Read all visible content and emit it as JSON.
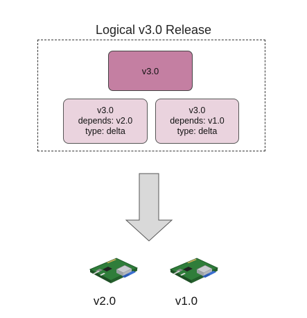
{
  "title": "Logical v3.0 Release",
  "release": {
    "main_node": "v3.0",
    "deltas": [
      {
        "version": "v3.0",
        "depends": "depends: v2.0",
        "type": "type: delta"
      },
      {
        "version": "v3.0",
        "depends": "depends: v1.0",
        "type": "type: delta"
      }
    ]
  },
  "devices": [
    {
      "label": "v2.0",
      "icon": "raspberry-pi-board-icon"
    },
    {
      "label": "v1.0",
      "icon": "raspberry-pi-board-icon"
    }
  ],
  "colors": {
    "main_node_fill": "#c47fa2",
    "delta_node_fill": "#ead3de",
    "arrow_fill": "#d9d9d9",
    "board_green": "#2f7d3a"
  }
}
